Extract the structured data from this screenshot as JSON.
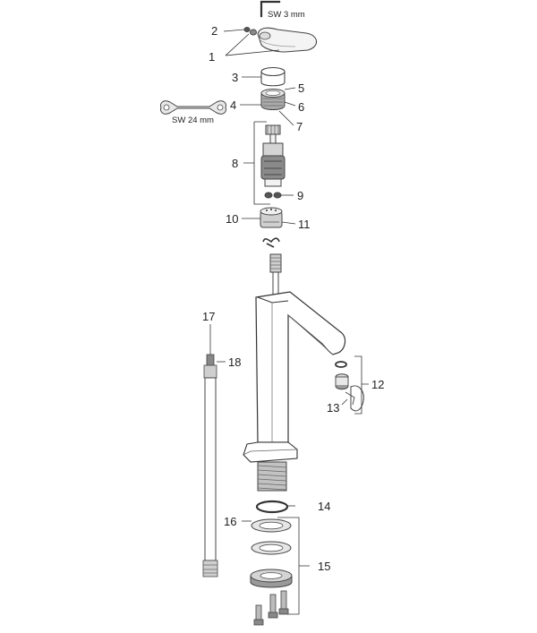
{
  "diagram": {
    "tools": {
      "hex_key": "SW 3 mm",
      "wrench": "SW 24 mm"
    },
    "callouts": [
      "1",
      "2",
      "3",
      "4",
      "5",
      "6",
      "7",
      "8",
      "9",
      "10",
      "11",
      "12",
      "13",
      "14",
      "15",
      "16",
      "17",
      "18"
    ]
  }
}
